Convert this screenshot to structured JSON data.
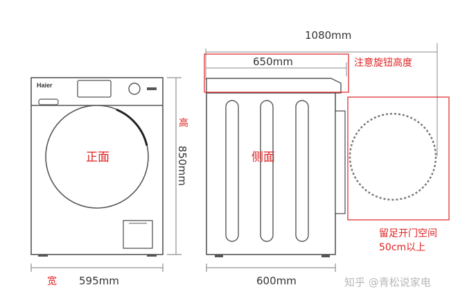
{
  "dimensions": {
    "depth_total": "1080mm",
    "depth_body": "650mm",
    "height": "850mm",
    "width_front": "595mm",
    "width_side": "600mm"
  },
  "labels": {
    "height_char": "高",
    "width_char": "宽",
    "front": "正面",
    "side": "侧面",
    "knob_note": "注意旋钮高度",
    "door_note_line1": "留足开门空间",
    "door_note_line2": "50cm以上"
  },
  "brand_logo": "Haier",
  "watermark": "知乎 @青松说家电",
  "colors": {
    "annotation_red": "#e02020",
    "line_gray": "#555555"
  }
}
